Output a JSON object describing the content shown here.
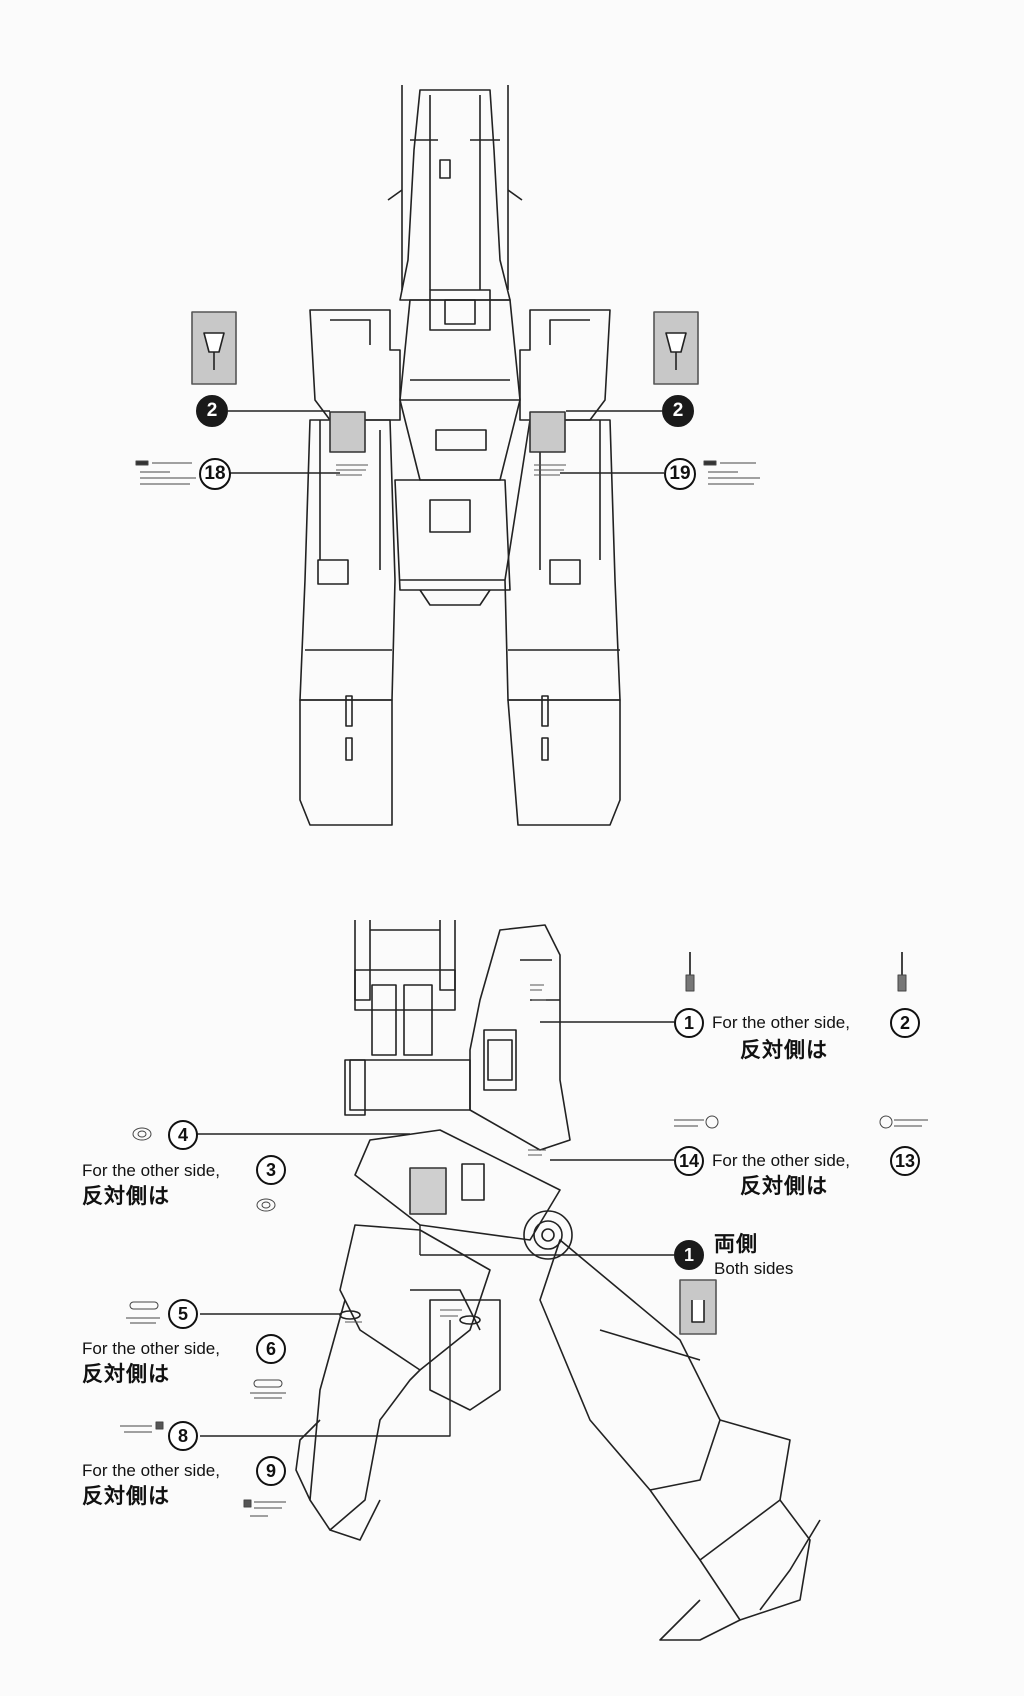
{
  "callouts": {
    "top_left_2": "2",
    "top_right_2": "2",
    "c18": "18",
    "c19": "19",
    "r1": "1",
    "r2": "2",
    "r14": "14",
    "r13": "13",
    "both_1": "1",
    "l4": "4",
    "l3": "3",
    "l5": "5",
    "l6": "6",
    "l8": "8",
    "l9": "9"
  },
  "text": {
    "for_other_side": "For the other side,",
    "hantaisoku_wa": "反対側は",
    "ryougawa": "両側",
    "both_sides": "Both sides"
  },
  "colors": {
    "ink": "#111111",
    "paper": "#fbfbfb",
    "decal_gray": "#c8c8c8"
  }
}
